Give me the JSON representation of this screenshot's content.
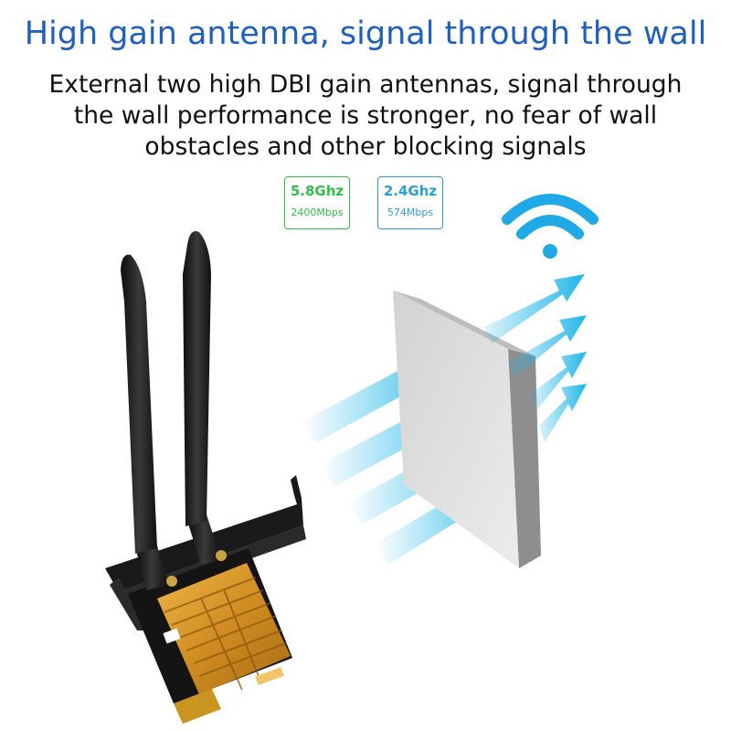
{
  "headline": "High gain antenna, signal through the wall",
  "description": {
    "line1": "External two high DBI gain antennas, signal through",
    "line2": "the wall performance is stronger, no fear of wall",
    "line3": "obstacles and other blocking signals"
  },
  "badges": [
    {
      "band": "5.8Ghz",
      "rate": "2400Mbps",
      "color": "#2fbf4a"
    },
    {
      "band": "2.4Ghz",
      "rate": "574Mbps",
      "color": "#2a9fd6"
    }
  ],
  "icons": {
    "wifi": "wifi-icon",
    "wall": "wall-panel",
    "card": "pcie-wifi-card",
    "antennas": "antenna"
  },
  "colors": {
    "headline": "#1f5fbf",
    "signal": "#1fb6e8",
    "heatsink": "#d99a2b",
    "antenna": "#1c1c1c"
  }
}
